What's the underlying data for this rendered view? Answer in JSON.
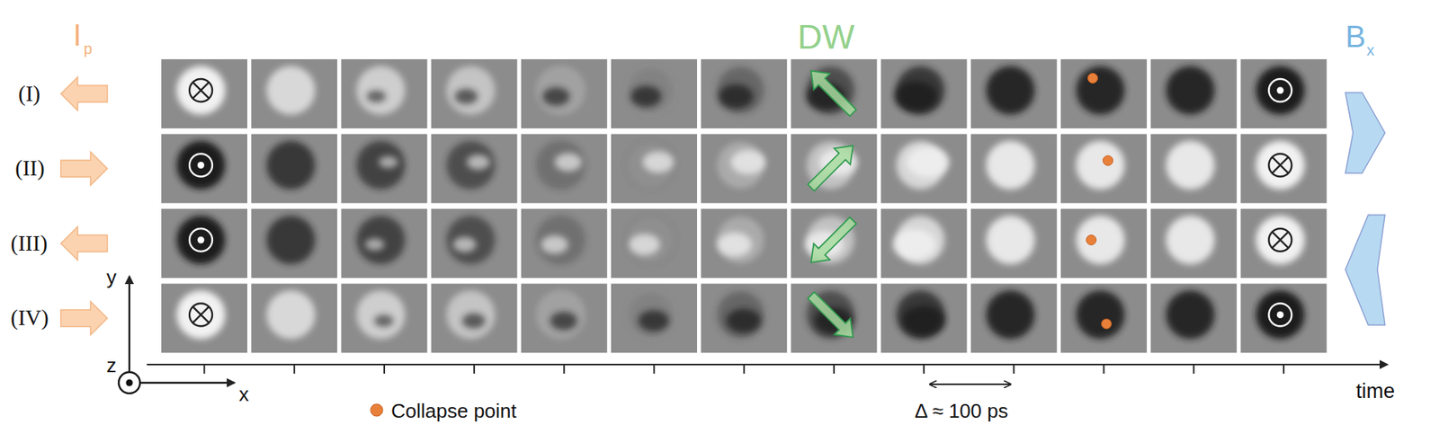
{
  "diagram": {
    "labels": [
      "I",
      "p",
      "(I)",
      "(II)",
      "(III)",
      "(IV)",
      "DW",
      "B",
      "x",
      "y",
      "z",
      "x",
      "Δ ≈ 100 ps",
      "time"
    ],
    "legend": [
      {
        "text": "Collapse point",
        "color": "#e8803a"
      }
    ]
  }
}
